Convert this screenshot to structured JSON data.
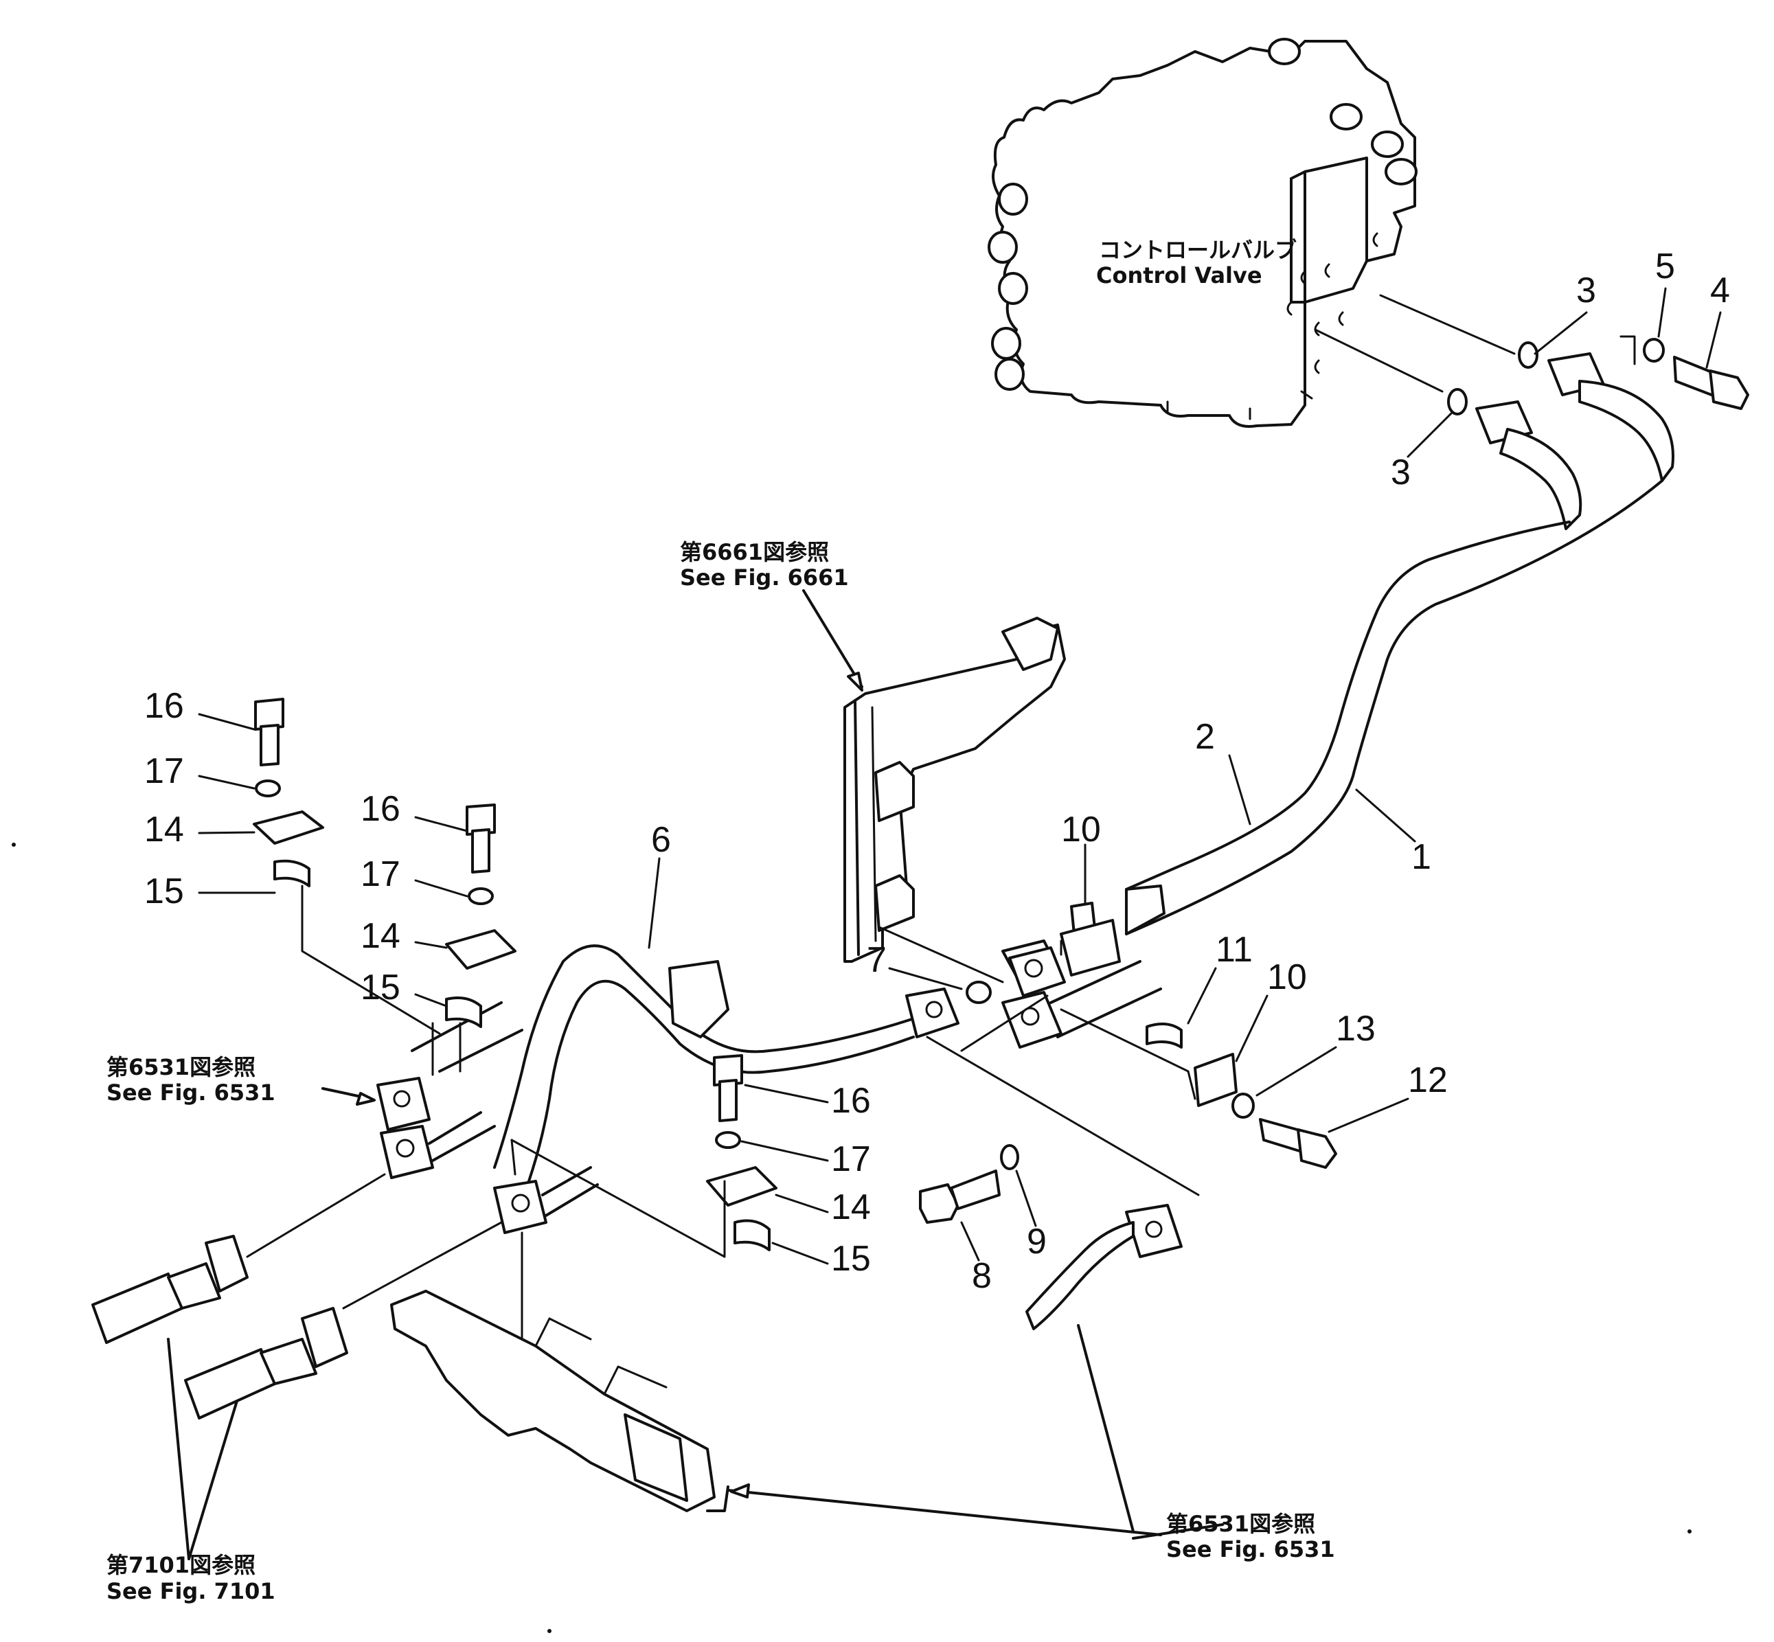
{
  "control_valve": {
    "label_jp": "コントロールバルブ",
    "label_en": "Control Valve"
  },
  "references": [
    {
      "jp": "第6661図参照",
      "en": "See Fig. 6661"
    },
    {
      "jp": "第6531図参照",
      "en": "See Fig. 6531"
    },
    {
      "jp": "第7101図参照",
      "en": "See Fig. 7101"
    },
    {
      "jp": "第6531図参照",
      "en": "See Fig. 6531"
    }
  ],
  "callouts": [
    "1",
    "2",
    "3",
    "3",
    "4",
    "5",
    "6",
    "7",
    "8",
    "9",
    "10",
    "10",
    "11",
    "12",
    "13",
    "14",
    "14",
    "14",
    "15",
    "15",
    "15",
    "16",
    "16",
    "16",
    "17",
    "17",
    "17"
  ]
}
